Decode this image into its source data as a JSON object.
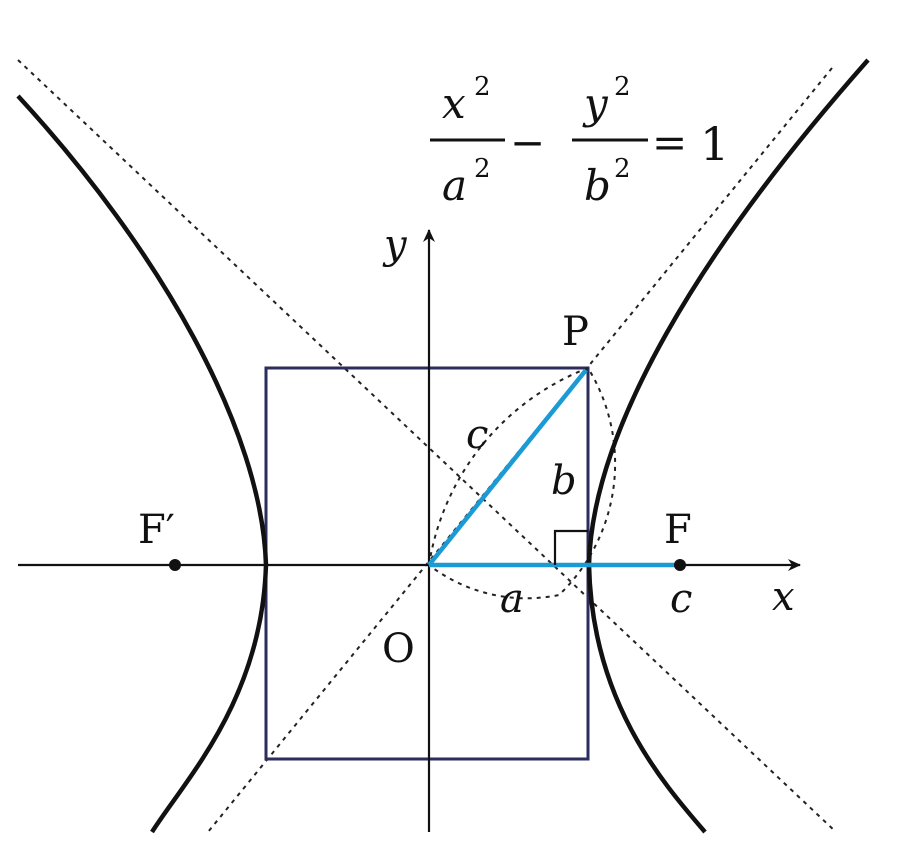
{
  "equation": {
    "num1": "x",
    "den1": "a",
    "exp": "2",
    "num2": "y",
    "den2": "b",
    "minus": "−",
    "equals": "=",
    "rhs": "1"
  },
  "labels": {
    "y_axis": "y",
    "x_axis": "x",
    "origin": "O",
    "point_p": "P",
    "focus_right": "F",
    "focus_left": "F′",
    "len_c_diag": "c",
    "len_b": "b",
    "len_a": "a",
    "len_c_axis": "c"
  },
  "colors": {
    "curve": "#111111",
    "rectangle": "#2b2d5c",
    "segment": "#1b9ad6",
    "dashed": "#222222"
  }
}
